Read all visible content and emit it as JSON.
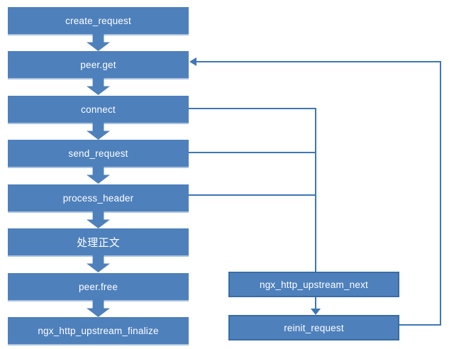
{
  "diagram": {
    "type": "flowchart",
    "colors": {
      "node_fill": "#4e80bc",
      "node_text": "#ffffff",
      "right_node_border": "#3a6ba5",
      "connector": "#3d77b3",
      "left_node_bottom_highlight": "#aac2df",
      "background": "#ffffff"
    },
    "main_flow": [
      {
        "label": "create_request"
      },
      {
        "label": "peer.get"
      },
      {
        "label": "connect"
      },
      {
        "label": "send_request"
      },
      {
        "label": "process_header"
      },
      {
        "label": "处理正文"
      },
      {
        "label": "peer.free"
      },
      {
        "label": "ngx_http_upstream_finalize"
      }
    ],
    "side_flow": [
      {
        "label": "ngx_http_upstream_next"
      },
      {
        "label": "reinit_request"
      }
    ],
    "edges": [
      {
        "from": "create_request",
        "to": "peer.get",
        "style": "block-arrow"
      },
      {
        "from": "peer.get",
        "to": "connect",
        "style": "block-arrow"
      },
      {
        "from": "connect",
        "to": "send_request",
        "style": "block-arrow"
      },
      {
        "from": "send_request",
        "to": "process_header",
        "style": "block-arrow"
      },
      {
        "from": "process_header",
        "to": "处理正文",
        "style": "block-arrow"
      },
      {
        "from": "处理正文",
        "to": "peer.free",
        "style": "block-arrow"
      },
      {
        "from": "peer.free",
        "to": "ngx_http_upstream_finalize",
        "style": "block-arrow"
      },
      {
        "from": "connect",
        "to": "ngx_http_upstream_next",
        "style": "line"
      },
      {
        "from": "send_request",
        "to": "ngx_http_upstream_next",
        "style": "line"
      },
      {
        "from": "process_header",
        "to": "ngx_http_upstream_next",
        "style": "line"
      },
      {
        "from": "ngx_http_upstream_next",
        "to": "reinit_request",
        "style": "arrow"
      },
      {
        "from": "reinit_request",
        "to": "peer.get",
        "style": "arrow"
      }
    ]
  }
}
